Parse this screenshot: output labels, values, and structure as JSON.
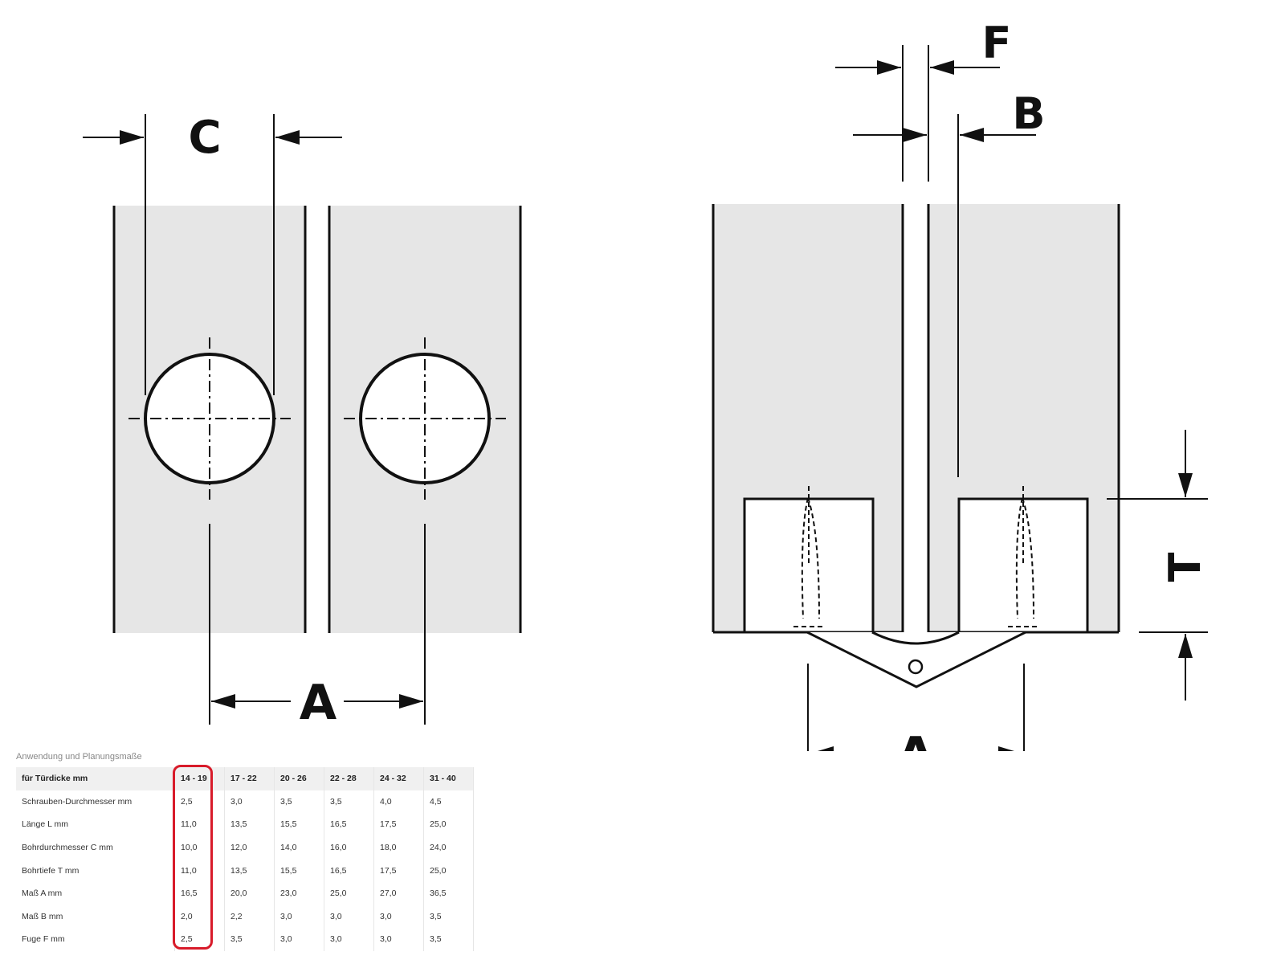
{
  "labels": {
    "left_c": "C",
    "left_a": "A",
    "right_f": "F",
    "right_b": "B",
    "right_t": "T",
    "right_a": "A"
  },
  "table": {
    "caption": "Anwendung und Planungsmaße",
    "header_label": "für Türdicke mm",
    "columns": [
      "14 - 19",
      "17 - 22",
      "20 - 26",
      "22 - 28",
      "24 - 32",
      "31 - 40"
    ],
    "rows": [
      {
        "label": "Schrauben-Durchmesser mm",
        "values": [
          "2,5",
          "3,0",
          "3,5",
          "3,5",
          "4,0",
          "4,5"
        ]
      },
      {
        "label": "Länge L mm",
        "values": [
          "11,0",
          "13,5",
          "15,5",
          "16,5",
          "17,5",
          "25,0"
        ]
      },
      {
        "label": "Bohrdurchmesser C mm",
        "values": [
          "10,0",
          "12,0",
          "14,0",
          "16,0",
          "18,0",
          "24,0"
        ]
      },
      {
        "label": "Bohrtiefe T mm",
        "values": [
          "11,0",
          "13,5",
          "15,5",
          "16,5",
          "17,5",
          "25,0"
        ]
      },
      {
        "label": "Maß A mm",
        "values": [
          "16,5",
          "20,0",
          "23,0",
          "25,0",
          "27,0",
          "36,5"
        ]
      },
      {
        "label": "Maß B mm",
        "values": [
          "2,0",
          "2,2",
          "3,0",
          "3,0",
          "3,0",
          "3,5"
        ]
      },
      {
        "label": "Fuge F mm",
        "values": [
          "2,5",
          "3,5",
          "3,0",
          "3,0",
          "3,0",
          "3,5"
        ]
      }
    ]
  },
  "colors": {
    "panel_fill": "#e6e6e6",
    "line": "#111111",
    "highlight": "#d81b2a"
  }
}
